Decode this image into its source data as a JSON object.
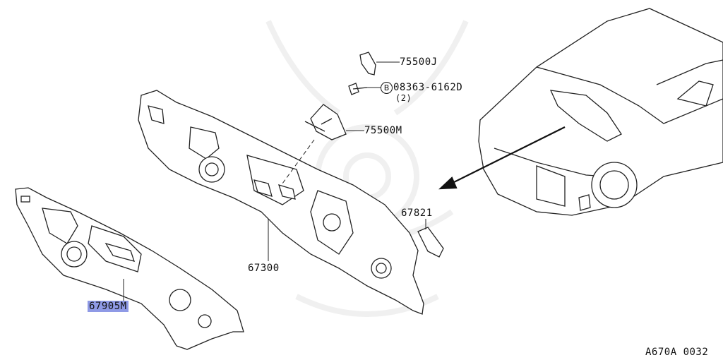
{
  "diagram": {
    "parts": {
      "p75500J": "75500J",
      "bolt_marker": "B",
      "bolt_part": "08363-6162D",
      "bolt_qty": "(2)",
      "p75500M": "75500M",
      "p67821": "67821",
      "p67300": "67300",
      "p67905M": "67905M"
    },
    "figure_code": "A670A 0032",
    "highlight_color": "#8f9ae6",
    "line_color": "#111111"
  }
}
